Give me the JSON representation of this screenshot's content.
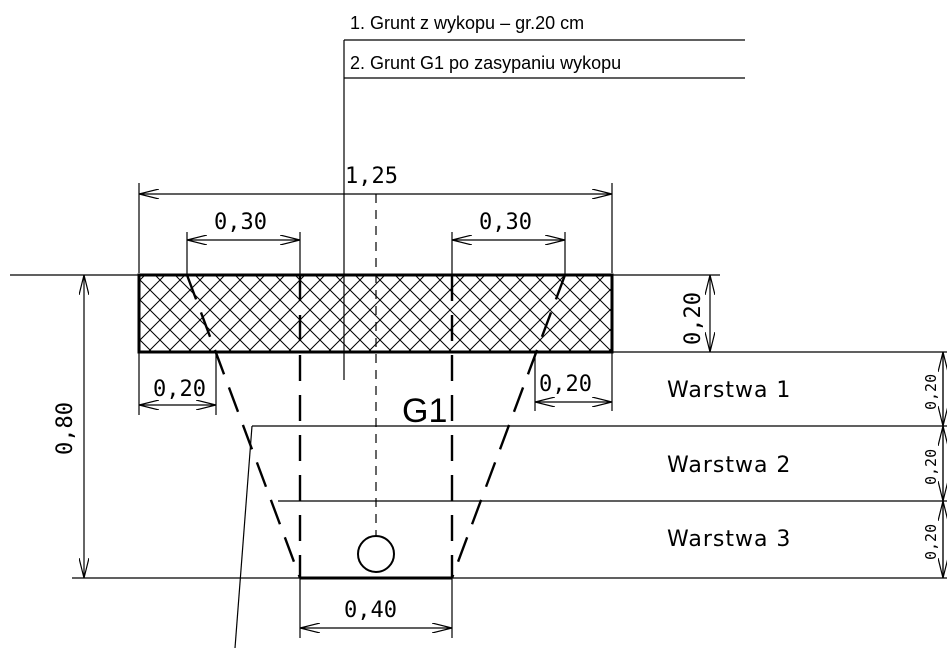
{
  "labels": {
    "layer1": "1. Grunt z wykopu – gr.20 cm",
    "layer2": "2. Grunt G1 po zasypaniu wykopu"
  },
  "dimensions": {
    "total_width": "1,25",
    "left_top": "0,30",
    "right_top": "0,30",
    "layer_thickness": "0,20",
    "left_side": "0,20",
    "right_side": "0,20",
    "depth": "0,80",
    "bottom_width": "0,40",
    "w1": "0,20",
    "w2": "0,20",
    "w3": "0,20"
  },
  "soil": "G1",
  "layers": [
    "Warstwa 1",
    "Warstwa 2",
    "Warstwa 3"
  ]
}
